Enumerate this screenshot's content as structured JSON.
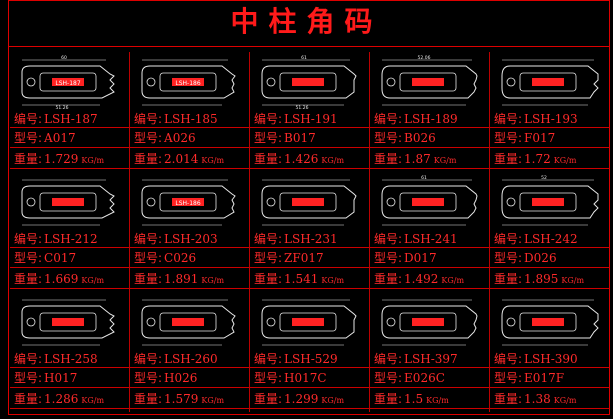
{
  "title": "中柱角码",
  "labels": {
    "code": "编号:",
    "model": "型号:",
    "weight": "重量:"
  },
  "unit": "KG/m",
  "colors": {
    "background": "#000000",
    "text": "#ff2a2a",
    "frame": "#dd0000",
    "drawing": "#e8e8e8",
    "highlight": "#ff2222"
  },
  "items": [
    {
      "code": "LSH-187",
      "model": "A017",
      "weight": "1.729",
      "tag": "LSH-187",
      "dim_top": "60",
      "dim_bottom": "51.26"
    },
    {
      "code": "LSH-185",
      "model": "A026",
      "weight": "2.014",
      "tag": "LSH-186",
      "dim_top": "",
      "dim_bottom": ""
    },
    {
      "code": "LSH-191",
      "model": "B017",
      "weight": "1.426",
      "tag": "",
      "dim_top": "61",
      "dim_bottom": "51.26"
    },
    {
      "code": "LSH-189",
      "model": "B026",
      "weight": "1.87",
      "tag": "",
      "dim_top": "52.06",
      "dim_bottom": ""
    },
    {
      "code": "LSH-193",
      "model": "F017",
      "weight": "1.72",
      "tag": "",
      "dim_top": "",
      "dim_bottom": ""
    },
    {
      "code": "LSH-212",
      "model": "C017",
      "weight": "1.669",
      "tag": "",
      "dim_top": "",
      "dim_bottom": ""
    },
    {
      "code": "LSH-203",
      "model": "C026",
      "weight": "1.891",
      "tag": "LSH-186",
      "dim_top": "",
      "dim_bottom": ""
    },
    {
      "code": "LSH-231",
      "model": "ZF017",
      "weight": "1.541",
      "tag": "",
      "dim_top": "",
      "dim_bottom": ""
    },
    {
      "code": "LSH-241",
      "model": "D017",
      "weight": "1.492",
      "tag": "",
      "dim_top": "61",
      "dim_bottom": ""
    },
    {
      "code": "LSH-242",
      "model": "D026",
      "weight": "1.895",
      "tag": "",
      "dim_top": "52",
      "dim_bottom": ""
    },
    {
      "code": "LSH-258",
      "model": "H017",
      "weight": "1.286",
      "tag": "",
      "dim_top": "",
      "dim_bottom": ""
    },
    {
      "code": "LSH-260",
      "model": "H026",
      "weight": "1.579",
      "tag": "",
      "dim_top": "",
      "dim_bottom": ""
    },
    {
      "code": "LSH-529",
      "model": "H017C",
      "weight": "1.299",
      "tag": "",
      "dim_top": "",
      "dim_bottom": ""
    },
    {
      "code": "LSH-397",
      "model": "E026C",
      "weight": "1.5",
      "tag": "",
      "dim_top": "",
      "dim_bottom": ""
    },
    {
      "code": "LSH-390",
      "model": "E017F",
      "weight": "1.38",
      "tag": "",
      "dim_top": "",
      "dim_bottom": ""
    }
  ]
}
